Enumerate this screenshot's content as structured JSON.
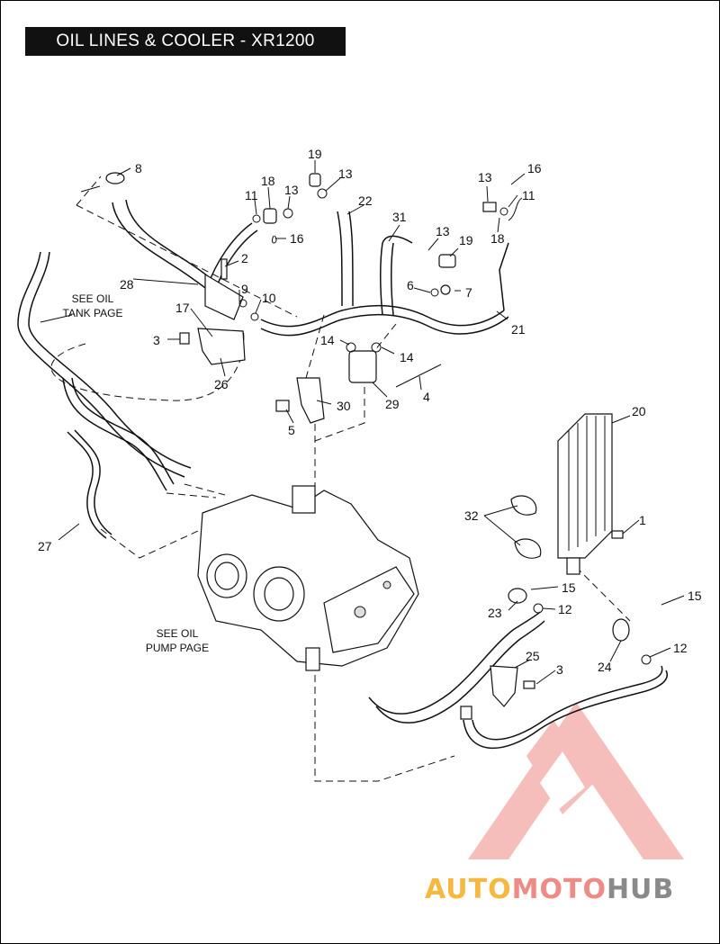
{
  "title": "OIL LINES & COOLER - XR1200",
  "notes": {
    "oil_tank": [
      "SEE OIL",
      "TANK PAGE"
    ],
    "oil_pump": [
      "SEE OIL",
      "PUMP PAGE"
    ]
  },
  "callouts": [
    "8",
    "19",
    "13",
    "18",
    "11",
    "13",
    "16",
    "22",
    "31",
    "13",
    "19",
    "16",
    "13",
    "11",
    "18",
    "2",
    "28",
    "9",
    "10",
    "17",
    "6",
    "7",
    "21",
    "3",
    "14",
    "14",
    "26",
    "4",
    "30",
    "29",
    "5",
    "20",
    "32",
    "1",
    "27",
    "15",
    "12",
    "23",
    "15",
    "25",
    "3",
    "24",
    "12"
  ],
  "watermark": {
    "part1": "AUTO",
    "part2": "MOTO",
    "part3": "HUB",
    "color1": "#f5b942",
    "color2": "#f08a85",
    "color3": "#8a8a8a"
  }
}
